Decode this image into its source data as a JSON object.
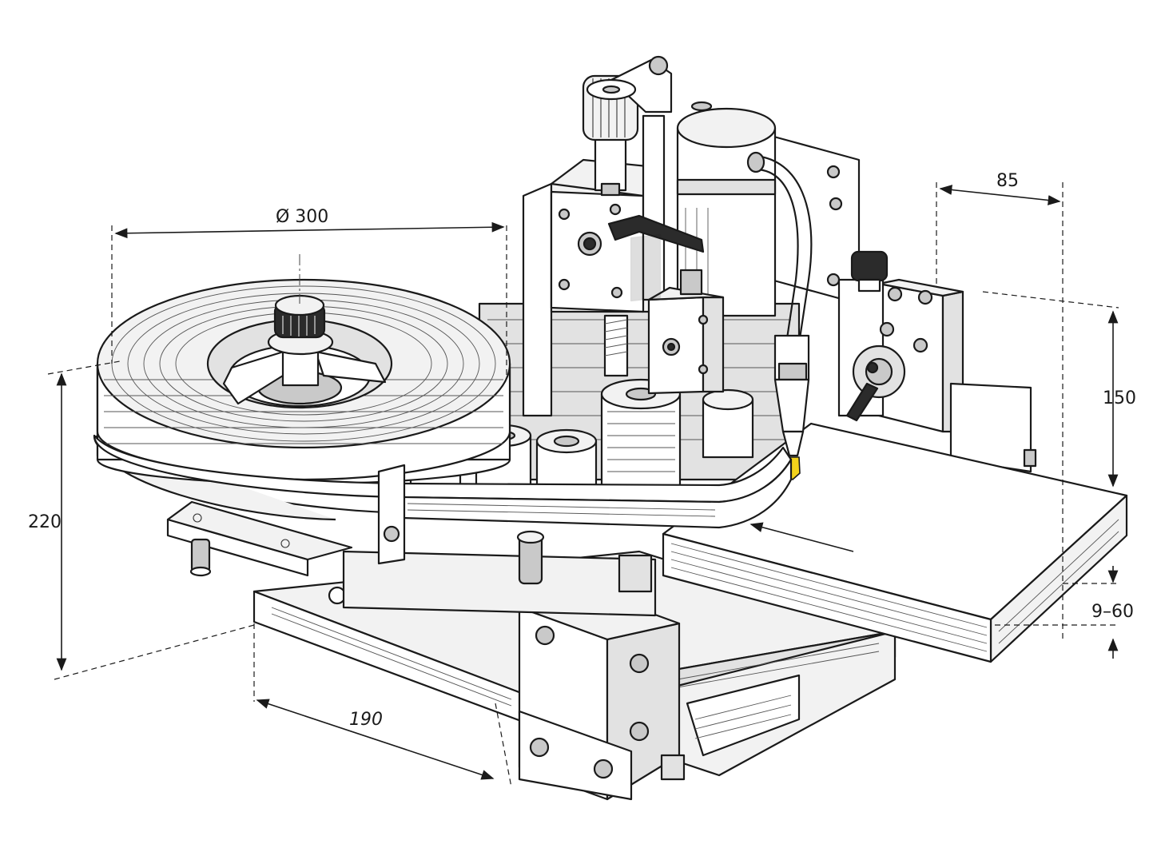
{
  "dimensions": {
    "reel_diameter": "Ø 300",
    "depth": "85",
    "height_right": "150",
    "height_left": "220",
    "base_length": "190",
    "panel_thickness": "9–60"
  },
  "colors": {
    "line": "#1a1a1a",
    "paper": "#ffffff",
    "glue_nozzle_tip": "#f2d21b"
  },
  "icons": {
    "reel_knob": "knurled-knob",
    "feed_direction": "arrow-left"
  }
}
